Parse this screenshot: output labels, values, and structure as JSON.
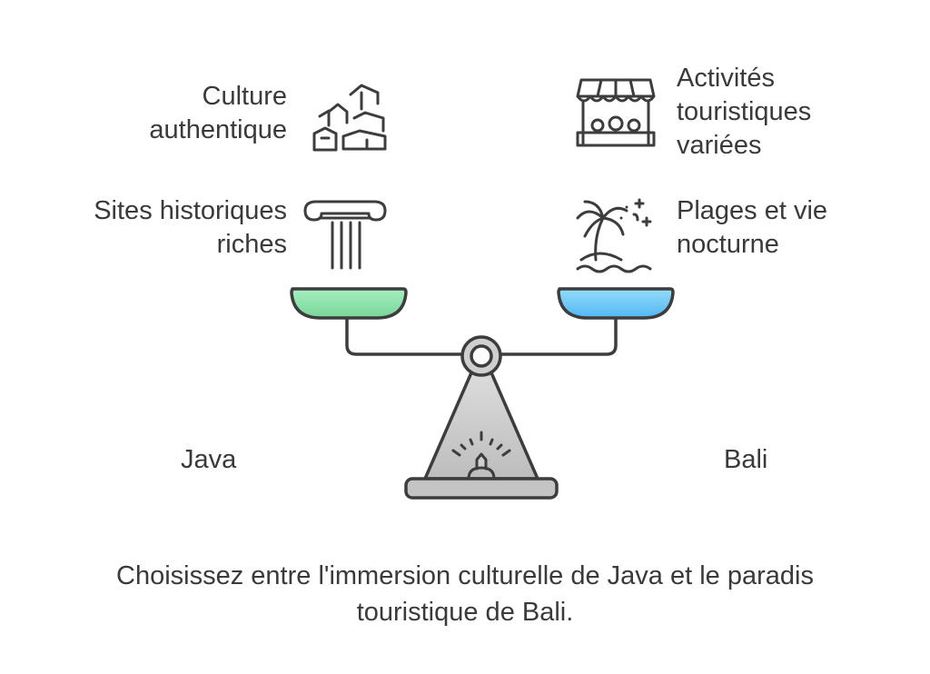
{
  "left_side": {
    "name": "Java",
    "items": [
      {
        "label": "Culture authentique",
        "line1": "Culture",
        "line2": "authentique",
        "icon": "village-buildings-icon"
      },
      {
        "label": "Sites historiques riches",
        "line1": "Sites historiques",
        "line2": "riches",
        "icon": "ionic-column-icon"
      }
    ],
    "pan_color": "#86dca0"
  },
  "right_side": {
    "name": "Bali",
    "items": [
      {
        "label": "Activités touristiques variées",
        "line1": "Activités",
        "line2": "touristiques",
        "line3": "variées",
        "icon": "market-stall-icon"
      },
      {
        "label": "Plages et vie nocturne",
        "line1": "Plages et vie",
        "line2": "nocturne",
        "icon": "palm-island-icon"
      }
    ],
    "pan_color": "#6cc4f5"
  },
  "caption": {
    "line1": "Choisissez entre l'immersion culturelle de Java et le paradis",
    "line2": "touristique de Bali."
  }
}
